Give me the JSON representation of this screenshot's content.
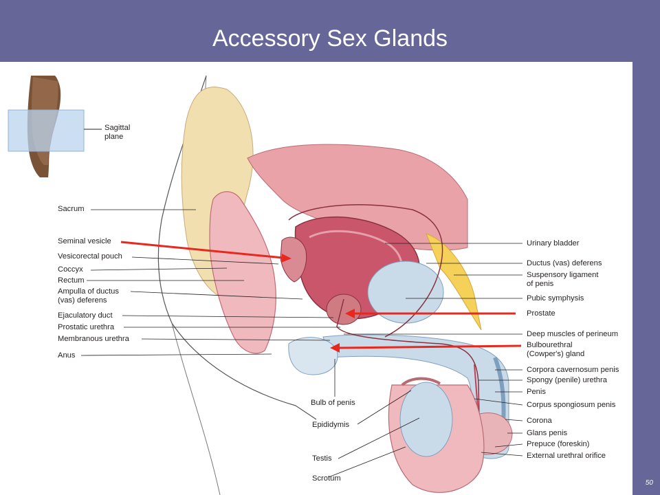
{
  "title": "Accessory Sex Glands",
  "slide_number": "50",
  "colors": {
    "frame": "#666699",
    "arrow": "#e8281e",
    "bladder": "#c9566b",
    "bone": "#f2dfb0",
    "fat": "#f5d15a",
    "testis": "#c9dbe9"
  },
  "inset": {
    "label_line1": "Sagittal",
    "label_line2": "plane"
  },
  "labels_left": {
    "sacrum": "Sacrum",
    "seminal_vesicle": "Seminal vesicle",
    "vesicorectal_pouch": "Vesicorectal pouch",
    "coccyx": "Coccyx",
    "rectum": "Rectum",
    "ampulla_1": "Ampulla of ductus",
    "ampulla_2": "(vas) deferens",
    "ejaculatory_duct": "Ejaculatory duct",
    "prostatic_urethra": "Prostatic urethra",
    "membranous_urethra": "Membranous urethra",
    "anus": "Anus"
  },
  "labels_right": {
    "urinary_bladder": "Urinary bladder",
    "ductus_deferens": "Ductus (vas) deferens",
    "suspensory_1": "Suspensory ligament",
    "suspensory_2": "of penis",
    "pubic_symphysis": "Pubic symphysis",
    "prostate": "Prostate",
    "deep_muscles": "Deep muscles of perineum",
    "bulbourethral_1": "Bulbourethral",
    "bulbourethral_2": "(Cowper's) gland",
    "corpora_cavernosum": "Corpora cavernosum penis",
    "spongy_urethra": "Spongy (penile) urethra",
    "penis": "Penis",
    "corpus_spongiosum": "Corpus spongiosum penis",
    "corona": "Corona",
    "glans_penis": "Glans penis",
    "prepuce": "Prepuce (foreskin)",
    "external_orifice": "External urethral orifice"
  },
  "labels_bottom": {
    "bulb_of_penis": "Bulb of penis",
    "epididymis": "Epididymis",
    "testis": "Testis",
    "scrotum": "Scrotum"
  }
}
